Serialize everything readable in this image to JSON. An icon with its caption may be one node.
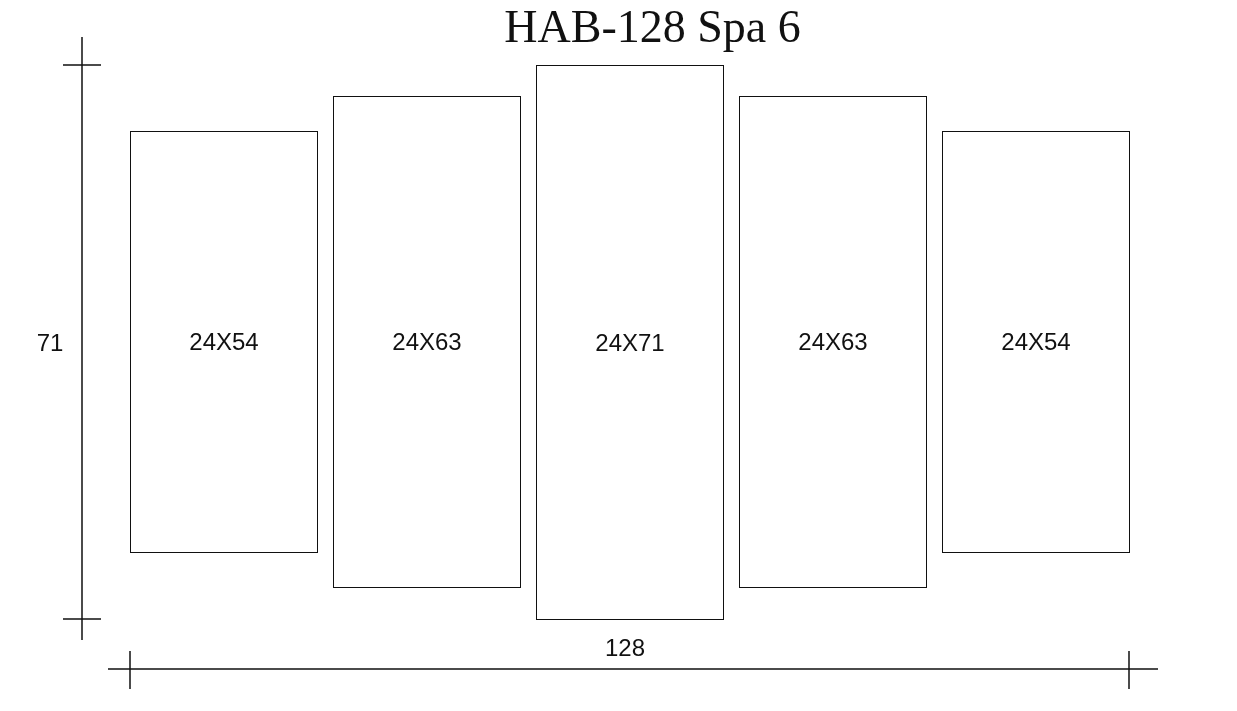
{
  "diagram": {
    "title": "HAB-128 Spa 6",
    "nodes": [
      {
        "text": [
          "24X54"
        ]
      },
      {
        "text": [
          "24X63"
        ]
      },
      {
        "text": [
          "24X71"
        ]
      },
      {
        "text": [
          "24X63"
        ]
      },
      {
        "text": [
          "24X54"
        ]
      }
    ],
    "labels": [
      "71",
      "128"
    ]
  }
}
